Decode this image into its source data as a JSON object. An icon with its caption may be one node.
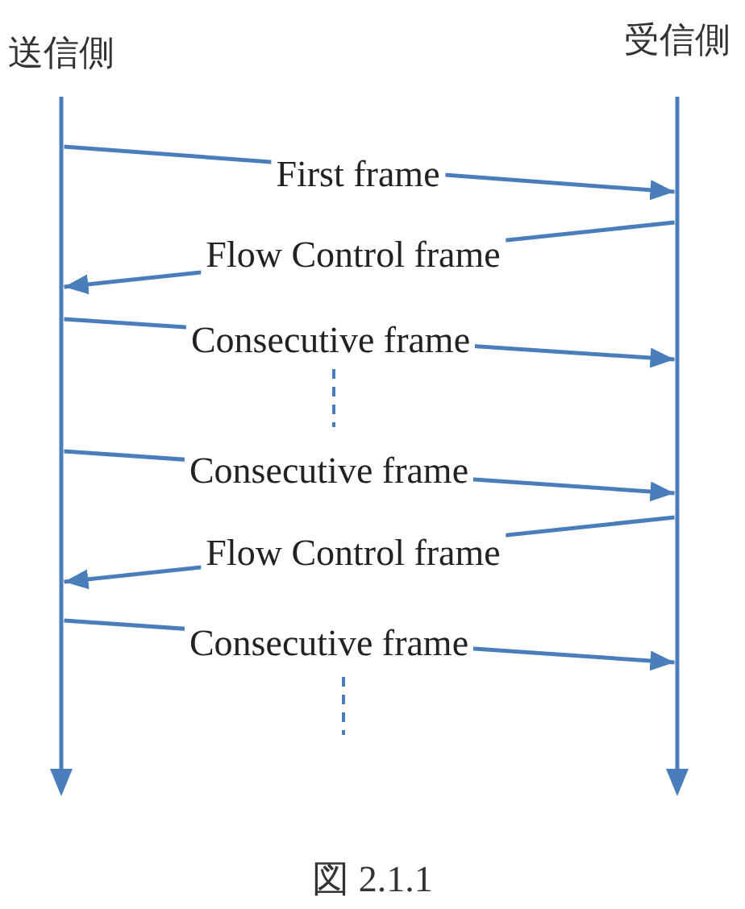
{
  "diagram": {
    "caption": "図 2.1.1",
    "nodes": [
      {
        "text": [
          "送信側"
        ]
      },
      {
        "text": [
          "受信側"
        ]
      }
    ],
    "edges": [
      {
        "from": 0,
        "to": 1,
        "arrow": "to",
        "label": "First frame"
      },
      {
        "from": 1,
        "to": 0,
        "arrow": "to",
        "label": "Flow Control frame"
      },
      {
        "from": 0,
        "to": 1,
        "arrow": "to",
        "label": "Consecutive frame"
      },
      {
        "from": 0,
        "to": 1,
        "arrow": "to",
        "label": "Consecutive frame"
      },
      {
        "from": 1,
        "to": 0,
        "arrow": "to",
        "label": "Flow Control frame"
      },
      {
        "from": 0,
        "to": 1,
        "arrow": "to",
        "label": "Consecutive frame"
      }
    ]
  }
}
